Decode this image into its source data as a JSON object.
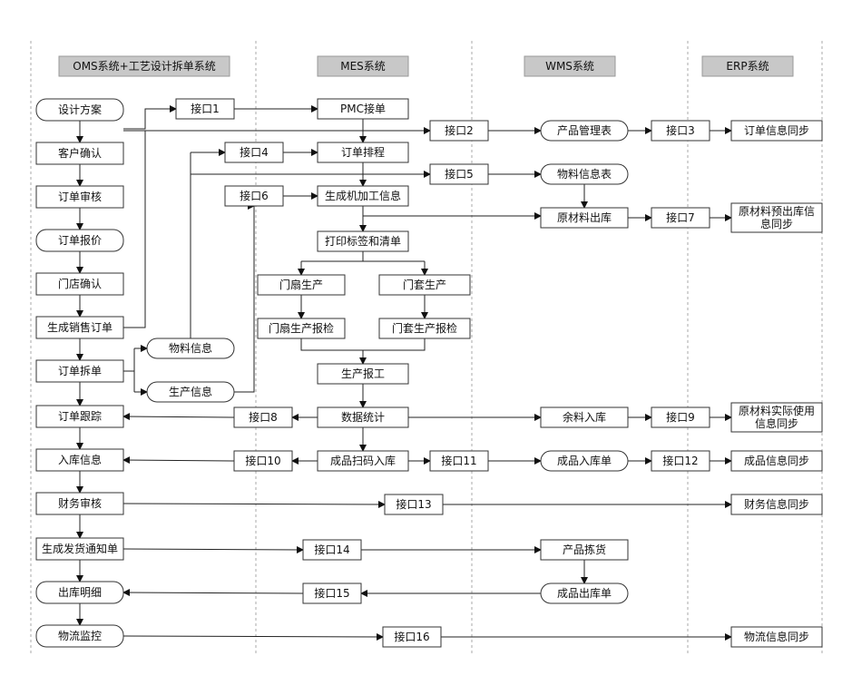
{
  "headers": {
    "oms": "OMS系统+工艺设计拆单系统",
    "mes": "MES系统",
    "wms": "WMS系统",
    "erp": "ERP系统"
  },
  "oms": {
    "design": "设计方案",
    "customer_confirm": "客户确认",
    "order_review": "订单审核",
    "order_quote": "订单报价",
    "store_confirm": "门店确认",
    "gen_sales_order": "生成销售订单",
    "order_split": "订单拆单",
    "material_info": "物料信息",
    "production_info": "生产信息",
    "order_tracking": "订单跟踪",
    "stock_in_info": "入库信息",
    "finance_review": "财务审核",
    "gen_ship_notice": "生成发货通知单",
    "outbound_detail": "出库明细",
    "logistics_monitor": "物流监控"
  },
  "mes": {
    "pmc": "PMC接单",
    "order_schedule": "订单排程",
    "gen_machining": "生成机加工信息",
    "print_label": "打印标签和清单",
    "door_leaf_prod": "门扇生产",
    "door_frame_prod": "门套生产",
    "door_leaf_report": "门扇生产报检",
    "door_frame_report": "门套生产报检",
    "prod_report": "生产报工",
    "data_stats": "数据统计",
    "scan_stock_in": "成品扫码入库"
  },
  "wms": {
    "product_mgmt": "产品管理表",
    "material_info_table": "物料信息表",
    "raw_outbound": "原材料出库",
    "leftover_in": "余料入库",
    "finished_in_order": "成品入库单",
    "product_pick": "产品拣货",
    "finished_out_order": "成品出库单"
  },
  "erp": {
    "order_sync": "订单信息同步",
    "raw_plan_sync": "原材料预出库信息同步",
    "raw_actual_sync": "原材料实际使用信息同步",
    "finished_sync": "成品信息同步",
    "finance_sync": "财务信息同步",
    "logistics_sync": "物流信息同步"
  },
  "interfaces": {
    "i1": "接口1",
    "i2": "接口2",
    "i3": "接口3",
    "i4": "接口4",
    "i5": "接口5",
    "i6": "接口6",
    "i7": "接口7",
    "i8": "接口8",
    "i9": "接口9",
    "i10": "接口10",
    "i11": "接口11",
    "i12": "接口12",
    "i13": "接口13",
    "i14": "接口14",
    "i15": "接口15",
    "i16": "接口16"
  },
  "colors": {
    "header_fill": "#c8c8c8",
    "box_fill": "#ffffff",
    "stroke": "#333333"
  }
}
